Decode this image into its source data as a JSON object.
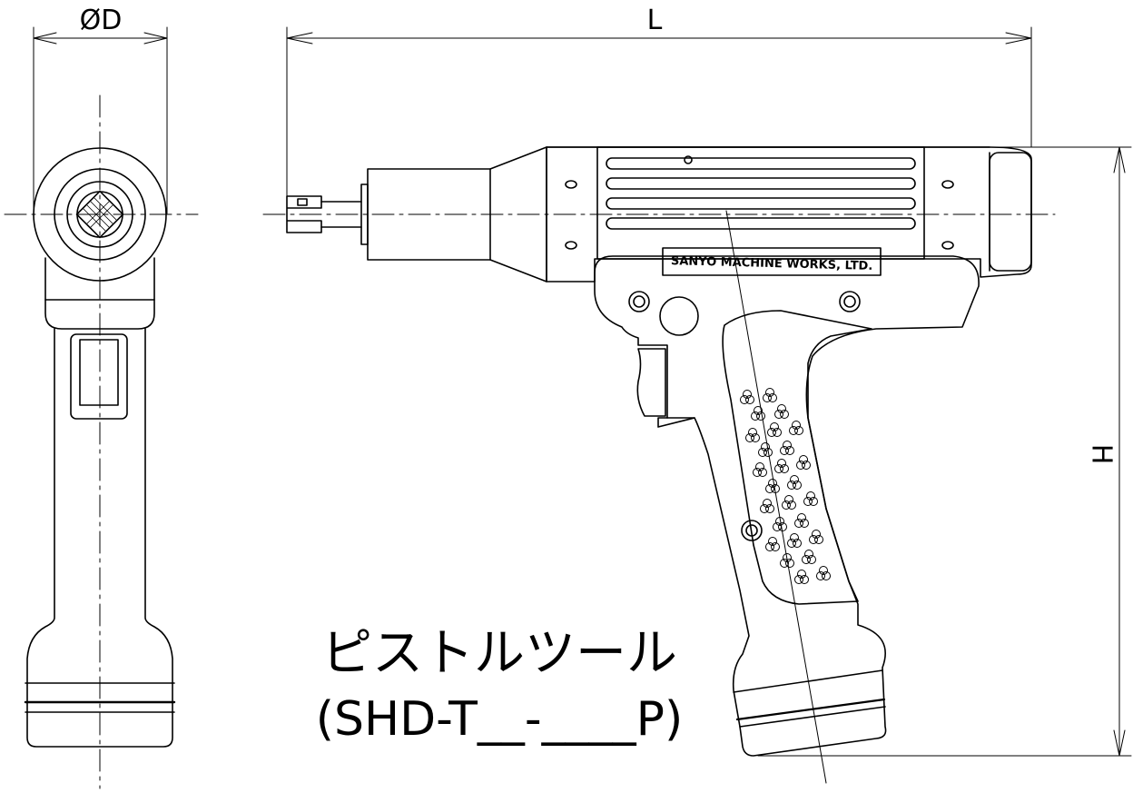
{
  "dimensions": {
    "diameter_label": "ØD",
    "length_label": "L",
    "height_label": "H"
  },
  "brand_text": "SANYO MACHINE WORKS, LTD.",
  "caption": {
    "line1": "ピストルツール",
    "line2": "(SHD-T__-____P)"
  }
}
